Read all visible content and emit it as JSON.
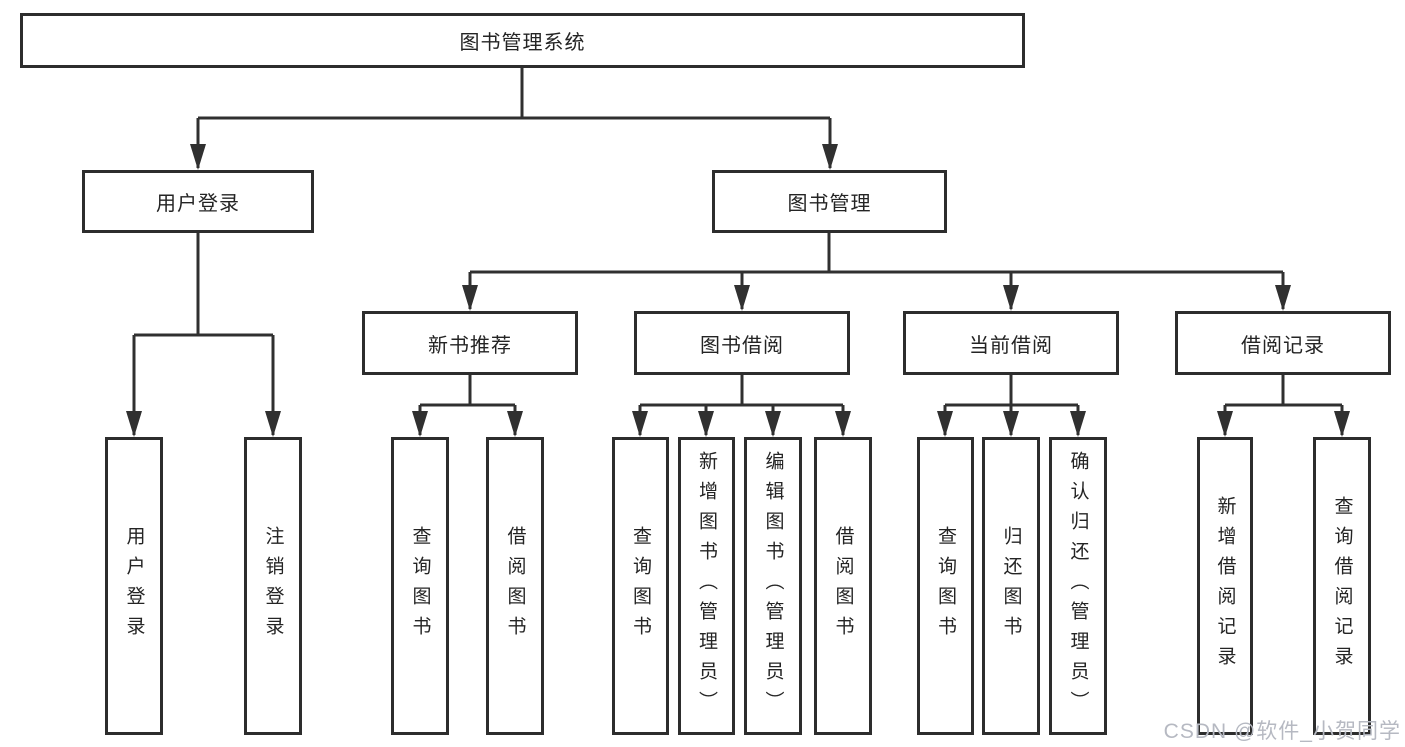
{
  "diagram": {
    "root": {
      "label": "图书管理系统"
    },
    "level2": [
      {
        "label": "用户登录"
      },
      {
        "label": "图书管理"
      }
    ],
    "level3": [
      {
        "label": "新书推荐"
      },
      {
        "label": "图书借阅"
      },
      {
        "label": "当前借阅"
      },
      {
        "label": "借阅记录"
      }
    ],
    "leaves": {
      "user_login": [
        "用户登录",
        "注销登录"
      ],
      "new_book": [
        "查询图书",
        "借阅图书"
      ],
      "book_borrow": [
        "查询图书",
        "新增图书（管理员）",
        "编辑图书（管理员）",
        "借阅图书"
      ],
      "current_borrow": [
        "查询图书",
        "归还图书",
        "确认归还（管理员）"
      ],
      "borrow_record": [
        "新增借阅记录",
        "查询借阅记录"
      ]
    },
    "watermark": "CSDN @软件_小贺同学",
    "colors": {
      "line": "#303030",
      "box_border": "#2d2d2d",
      "box_fill": "#ffffff",
      "text": "#242424",
      "watermark": "#b6b9c2"
    }
  }
}
